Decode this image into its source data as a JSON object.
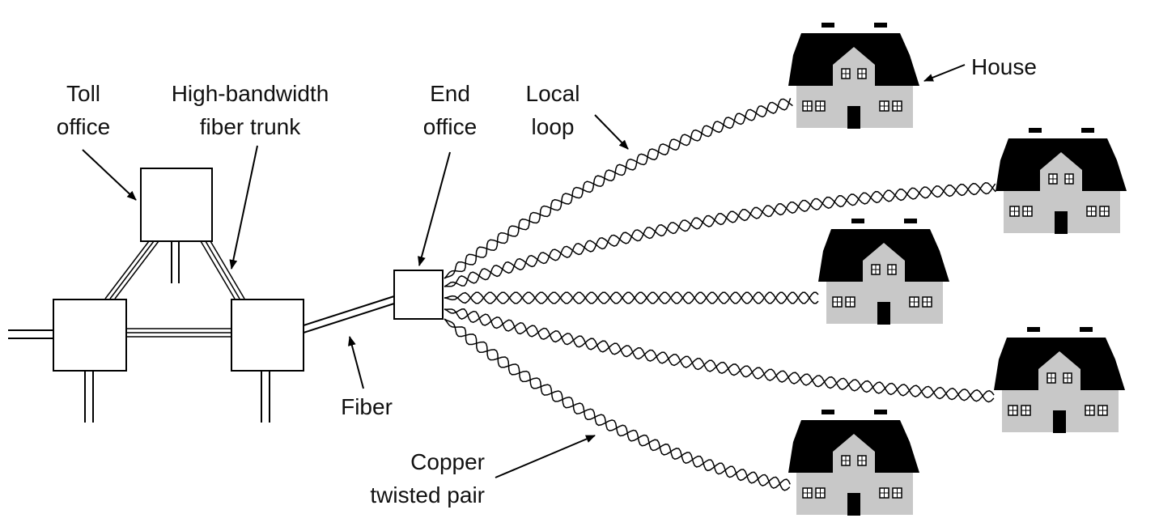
{
  "labels": {
    "toll_office": [
      "Toll",
      "office"
    ],
    "fiber_trunk": [
      "High-bandwidth",
      "fiber trunk"
    ],
    "end_office": [
      "End",
      "office"
    ],
    "local_loop": [
      "Local",
      "loop"
    ],
    "house": "House",
    "fiber": "Fiber",
    "copper": [
      "Copper",
      "twisted pair"
    ]
  },
  "colors": {
    "ink": "#000000",
    "roof": "#000000",
    "wall": "#c8c8c8",
    "background": "#ffffff"
  },
  "icons": [
    "house-icon",
    "office-box",
    "twisted-pair-cable",
    "fiber-link",
    "arrow"
  ]
}
